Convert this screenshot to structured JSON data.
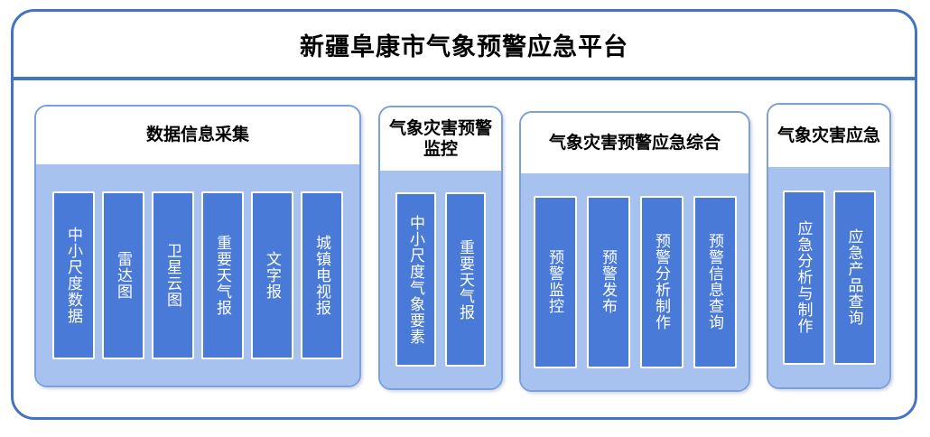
{
  "platform": {
    "title": "新疆阜康市气象预警应急平台",
    "border_color": "#4472C4",
    "divider_color": "#4472C4"
  },
  "theme": {
    "group_border": "#7BA0DC",
    "group_header_bg": "#FFFFFF",
    "group_body_bg": "#A8C2F0",
    "card_bg": "#4A7AD8",
    "card_border": "#FFFFFF",
    "card_text": "#FFFFFF",
    "title_text": "#000000"
  },
  "groups": [
    {
      "title": "数据信息采集",
      "cards": [
        {
          "label": "中小尺度数据"
        },
        {
          "label": "雷达图"
        },
        {
          "label": "卫星云图"
        },
        {
          "label": "重要天气报"
        },
        {
          "label": "文字报"
        },
        {
          "label": "城镇电视报"
        }
      ]
    },
    {
      "title": "气象灾害预警监控",
      "cards": [
        {
          "label": "中小尺度气象要素"
        },
        {
          "label": "重要天气报"
        }
      ]
    },
    {
      "title": "气象灾害预警应急综合",
      "cards": [
        {
          "label": "预警监控"
        },
        {
          "label": "预警发布"
        },
        {
          "label": "预警分析制作"
        },
        {
          "label": "预警信息查询"
        }
      ]
    },
    {
      "title": "气象灾害应急",
      "cards": [
        {
          "label": "应急分析与制作"
        },
        {
          "label": "应急产品查询"
        }
      ]
    }
  ]
}
